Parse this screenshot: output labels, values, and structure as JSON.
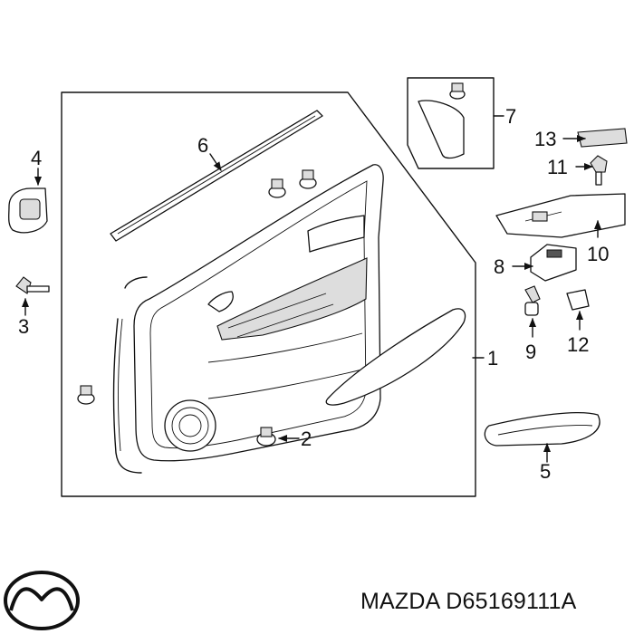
{
  "callouts": {
    "c1": "1",
    "c2": "2",
    "c3": "3",
    "c4": "4",
    "c5": "5",
    "c6": "6",
    "c7": "7",
    "c8": "8",
    "c9": "9",
    "c10": "10",
    "c11": "11",
    "c12": "12",
    "c13": "13"
  },
  "brand": {
    "part_label": "MAZDA D65169111A"
  },
  "icons": {
    "logo": "mazda-logo-icon"
  },
  "colors": {
    "line": "#111111",
    "background": "#ffffff"
  }
}
